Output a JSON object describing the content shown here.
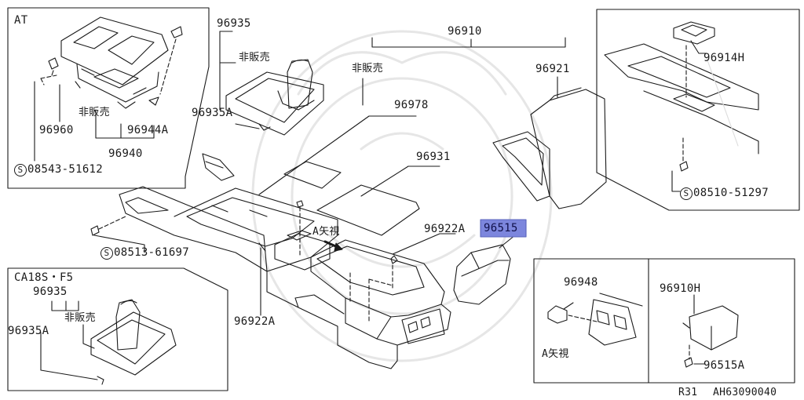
{
  "labels": {
    "at": "AT",
    "p96960": "96960",
    "hinan1": "非販売",
    "p96944a": "96944A",
    "p96940": "96940",
    "s08543": "08543-51612",
    "p96935_top": "96935",
    "hinan2": "非販売",
    "p96935a_top": "96935A",
    "p96910": "96910",
    "hinan3": "非販売",
    "p96921": "96921",
    "p96978": "96978",
    "p96931": "96931",
    "p96922a_r": "96922A",
    "p96515": "96515",
    "a_view": "A矢視",
    "s08513": "08513-61697",
    "p96922a_b": "96922A",
    "ca18s": "CA18S・F5",
    "p96935_bl": "96935",
    "hinan4": "非販売",
    "p96935a_bl": "96935A",
    "p96914h": "96914H",
    "s08510": "08510-51297",
    "p96948": "96948",
    "a_view2": "A矢視",
    "p96910h": "96910H",
    "p96515a": "96515A",
    "footer_r31": "R31",
    "footer_code": "AH63090040"
  },
  "symbols": {
    "s_mark": "S"
  },
  "colors": {
    "highlight": "#7c86dd",
    "line": "#1a1a1a"
  }
}
